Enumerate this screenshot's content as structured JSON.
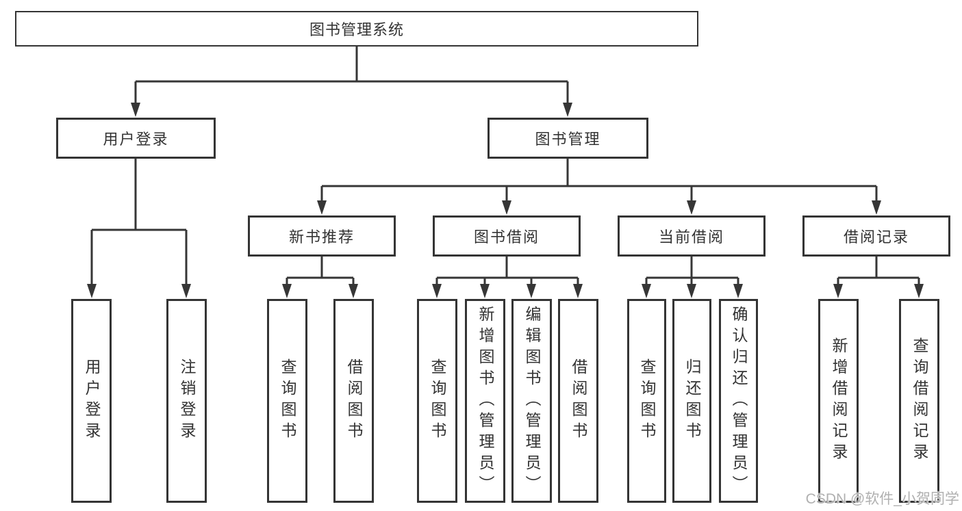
{
  "tree": {
    "label": "图书管理系统",
    "children": [
      {
        "label": "用户登录",
        "children": [
          {
            "label": "用户登录"
          },
          {
            "label": "注销登录"
          }
        ]
      },
      {
        "label": "图书管理",
        "children": [
          {
            "label": "新书推荐",
            "children": [
              {
                "label": "查询图书"
              },
              {
                "label": "借阅图书"
              }
            ]
          },
          {
            "label": "图书借阅",
            "children": [
              {
                "label": "查询图书"
              },
              {
                "label": "新增图书（管理员）"
              },
              {
                "label": "编辑图书（管理员）"
              },
              {
                "label": "借阅图书"
              }
            ]
          },
          {
            "label": "当前借阅",
            "children": [
              {
                "label": "查询图书"
              },
              {
                "label": "归还图书"
              },
              {
                "label": "确认归还（管理员）"
              }
            ]
          },
          {
            "label": "借阅记录",
            "children": [
              {
                "label": "新增借阅记录"
              },
              {
                "label": "查询借阅记录"
              }
            ]
          }
        ]
      }
    ]
  },
  "watermark": {
    "text": "CSDN @软件_小贺同学"
  },
  "colors": {
    "background": "#ffffff",
    "box_border": "#343434",
    "connector_line": "#363636",
    "text": "#333333",
    "watermark_text": "#b0b0b0"
  }
}
